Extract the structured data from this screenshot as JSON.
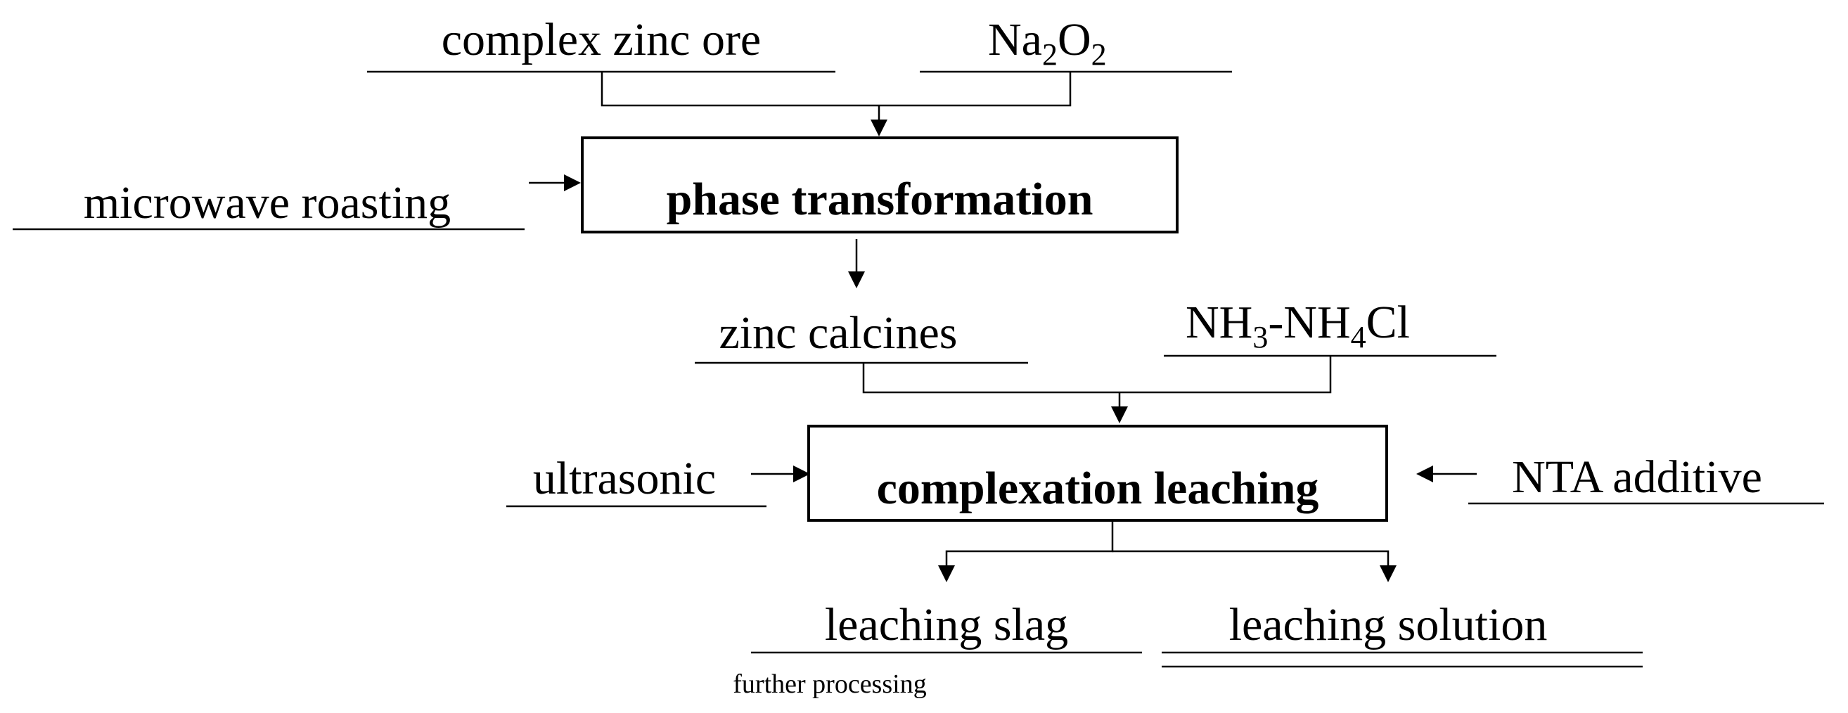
{
  "inputs": {
    "complex_zinc_ore": "complex zinc ore",
    "na2o2": {
      "na": "Na",
      "sub1": "2",
      "o": "O",
      "sub2": "2"
    },
    "microwave_roasting": "microwave roasting",
    "zinc_calcines": "zinc calcines",
    "nh3_nh4cl": {
      "nh": "NH",
      "sub1": "3",
      "mid": "-NH",
      "sub2": "4",
      "cl": "Cl"
    },
    "ultrasonic": "ultrasonic",
    "nta_additive": "NTA additive"
  },
  "processes": {
    "phase_transformation": "phase transformation",
    "complexation_leaching": "complexation leaching"
  },
  "outputs": {
    "leaching_slag": "leaching slag",
    "further_processing": "further processing",
    "leaching_solution": "leaching solution"
  }
}
